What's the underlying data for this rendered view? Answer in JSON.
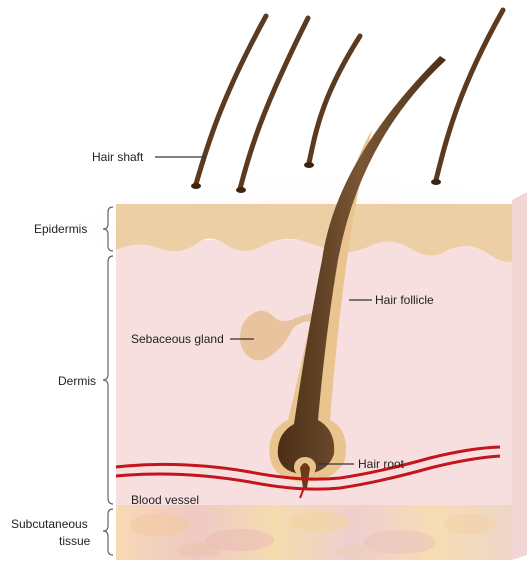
{
  "labels": {
    "hair_shaft": "Hair shaft",
    "epidermis": "Epidermis",
    "hair_follicle": "Hair follicle",
    "sebaceous_gland": "Sebaceous gland",
    "dermis": "Dermis",
    "hair_root": "Hair root",
    "blood_vessel": "Blood vessel",
    "subcutaneous_line1": "Subcutaneous",
    "subcutaneous_line2": "tissue"
  },
  "colors": {
    "epidermis": "#edcfa6",
    "dermis": "#f7dfdf",
    "hair": "#5b3a1f",
    "follicle_sheath": "#e9c48f",
    "gland": "#e8c39e",
    "vessel": "#c3161c",
    "leader_line": "#333333"
  }
}
